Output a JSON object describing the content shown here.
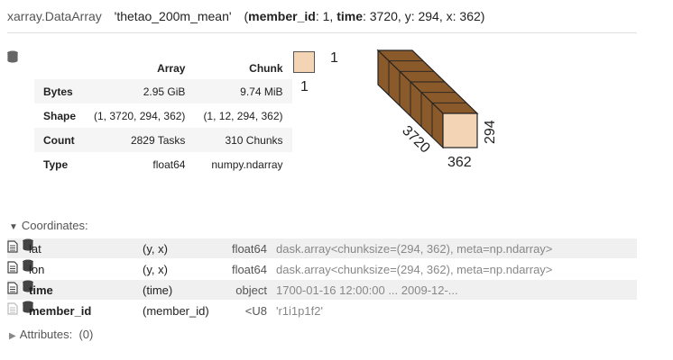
{
  "header": {
    "class_name": "xarray.DataArray",
    "var_name": "'thetao_200m_mean'",
    "dims": [
      {
        "name": "member_id",
        "size": "1"
      },
      {
        "name": "time",
        "size": "3720"
      },
      {
        "name": "y",
        "size": "294"
      },
      {
        "name": "x",
        "size": "362"
      }
    ]
  },
  "chunk_table": {
    "col_array": "Array",
    "col_chunk": "Chunk",
    "rows": [
      {
        "label": "Bytes",
        "array": "2.95 GiB",
        "chunk": "9.74 MiB"
      },
      {
        "label": "Shape",
        "array": "(1, 3720, 294, 362)",
        "chunk": "(1, 12, 294, 362)"
      },
      {
        "label": "Count",
        "array": "2829 Tasks",
        "chunk": "310 Chunks"
      },
      {
        "label": "Type",
        "array": "float64",
        "chunk": "numpy.ndarray"
      }
    ]
  },
  "chunk_visual": {
    "small_top": "1",
    "small_left": "1",
    "cube_depth": "3720",
    "cube_height": "294",
    "cube_width": "362",
    "color_fill": "#f3d4b4",
    "color_side": "#8b5a2b"
  },
  "coordinates": {
    "title": "Coordinates:",
    "items": [
      {
        "name": "lat",
        "dims": "(y, x)",
        "dtype": "float64",
        "preview": "dask.array<chunksize=(294, 362), meta=np.ndarray>",
        "bold": false
      },
      {
        "name": "lon",
        "dims": "(y, x)",
        "dtype": "float64",
        "preview": "dask.array<chunksize=(294, 362), meta=np.ndarray>",
        "bold": false
      },
      {
        "name": "time",
        "dims": "(time)",
        "dtype": "object",
        "preview": "1700-01-16 12:00:00 ... 2009-12-...",
        "bold": true
      },
      {
        "name": "member_id",
        "dims": "(member_id)",
        "dtype": "<U8",
        "preview": "'r1i1p1f2'",
        "bold": true
      }
    ]
  },
  "attributes": {
    "title": "Attributes:",
    "count": "(0)"
  }
}
